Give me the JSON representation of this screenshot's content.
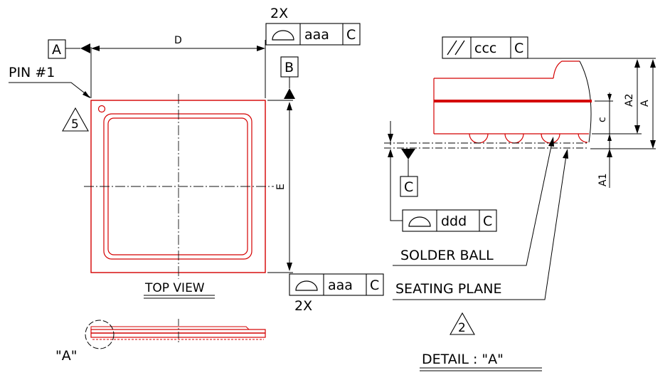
{
  "colors": {
    "outline": "#d40000",
    "centerline": "#111111",
    "ink": "#000000"
  },
  "top_view": {
    "caption": "TOP VIEW",
    "pin1_label": "PIN #1",
    "pin1_note_number": "5",
    "dim_d": "D",
    "dim_e": "E",
    "two_x_top": "2X",
    "two_x_bottom": "2X",
    "datum_a": "A",
    "datum_b": "B",
    "fcf_top": {
      "value": "aaa",
      "datum": "C"
    },
    "fcf_bottom": {
      "value": "aaa",
      "datum": "C"
    }
  },
  "side_view": {
    "detail_callout": "\"A\""
  },
  "detail": {
    "fcf_parallel": {
      "value": "ccc",
      "datum": "C"
    },
    "fcf_ddd": {
      "value": "ddd",
      "datum": "C"
    },
    "datum_c": "C",
    "dim_a": "A",
    "dim_a1": "A1",
    "dim_a2": "A2",
    "dim_c": "c",
    "solder_ball": "SOLDER BALL",
    "seating_plane": "SEATING PLANE",
    "note_number": "2",
    "title": "DETAIL : \"A\""
  }
}
